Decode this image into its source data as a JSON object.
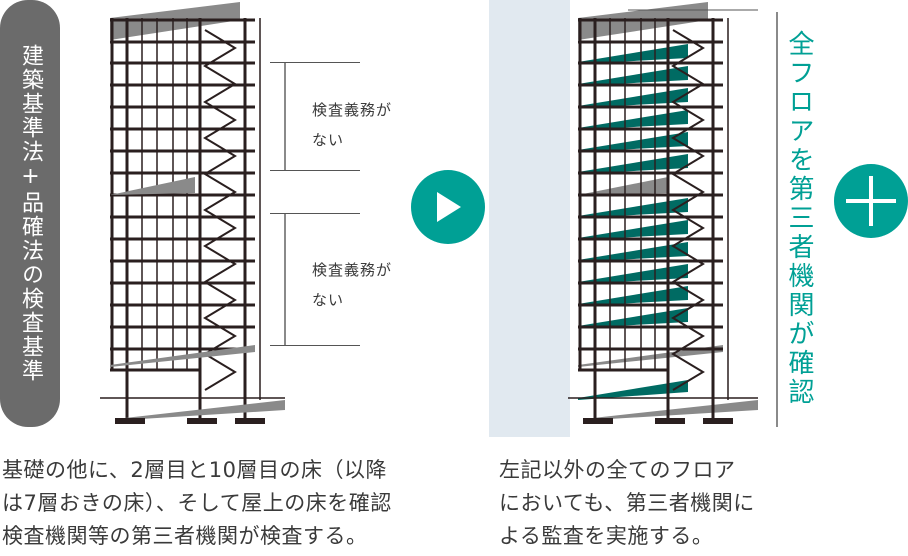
{
  "left_label": "建築基準法+品確法の検査基準",
  "left_notes": [
    {
      "line1": "検査義務が",
      "line2": "ない"
    },
    {
      "line1": "検査義務が",
      "line2": "ない"
    }
  ],
  "arrow_icon": "play-triangle-icon",
  "right_label": "全フロアを第三者機関が確認",
  "plus_icon": "plus-icon",
  "left_description": [
    "基礎の他に、2層目と10層目の床（以降",
    "は7層おきの床）、そして屋上の床を確認",
    "検査機関等の第三者機関が検査する。"
  ],
  "right_description": [
    "左記以外の全てのフロア",
    "においても、第三者機関に",
    "よる監査を実施する。"
  ],
  "colors": {
    "accent_teal": "#00a095",
    "slab_teal": "#006b63",
    "slab_gray": "#8a8a8a",
    "label_bg": "#6b6b6b",
    "panel_bg": "#e1e9f0",
    "text": "#3a3a3a"
  }
}
